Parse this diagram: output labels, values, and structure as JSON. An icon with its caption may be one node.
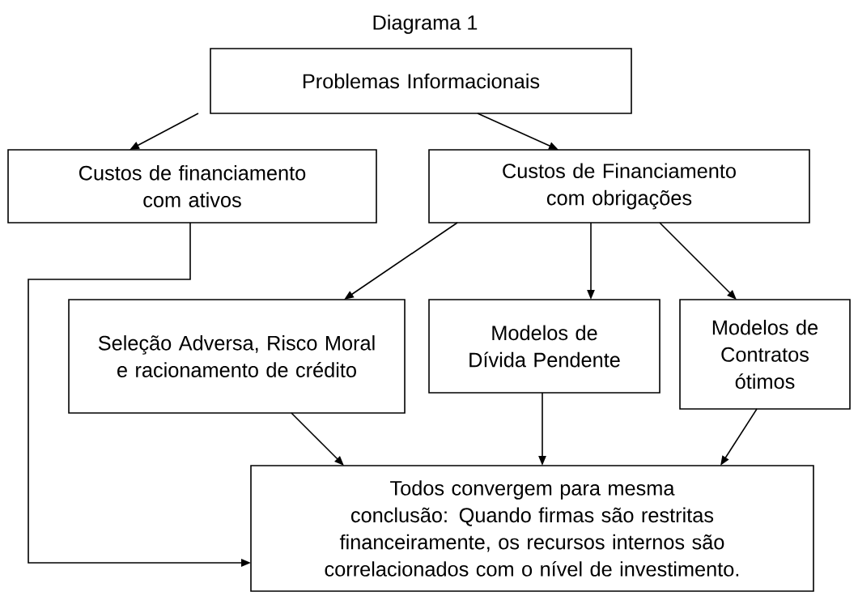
{
  "diagram": {
    "title": "Diagrama 1",
    "nodes": [
      {
        "text": [
          "Problemas Informacionais"
        ]
      },
      {
        "text": [
          "Custos de financiamento com ativos"
        ]
      },
      {
        "text": [
          "Custos de Financiamento com obrigações"
        ]
      },
      {
        "text": [
          "Seleção Adversa, Risco Moral e racionamento de crédito"
        ]
      },
      {
        "text": [
          "Modelos de Dívida Pendente"
        ]
      },
      {
        "text": [
          "Modelos de Contratos ótimos"
        ]
      },
      {
        "text": [
          "Todos convergem para mesma conclusão: Quando firmas são restritas financeiramente, os recursos internos são correlacionados com o nível de investimento."
        ]
      }
    ],
    "edges": [
      {
        "from": 0,
        "to": 1,
        "arrow": "to"
      },
      {
        "from": 0,
        "to": 2,
        "arrow": "to"
      },
      {
        "from": 2,
        "to": 3,
        "arrow": "to"
      },
      {
        "from": 2,
        "to": 4,
        "arrow": "to"
      },
      {
        "from": 2,
        "to": 5,
        "arrow": "to"
      },
      {
        "from": 3,
        "to": 6,
        "arrow": "to"
      },
      {
        "from": 4,
        "to": 6,
        "arrow": "to"
      },
      {
        "from": 5,
        "to": 6,
        "arrow": "to"
      },
      {
        "from": 1,
        "to": 6,
        "arrow": "to"
      }
    ]
  }
}
